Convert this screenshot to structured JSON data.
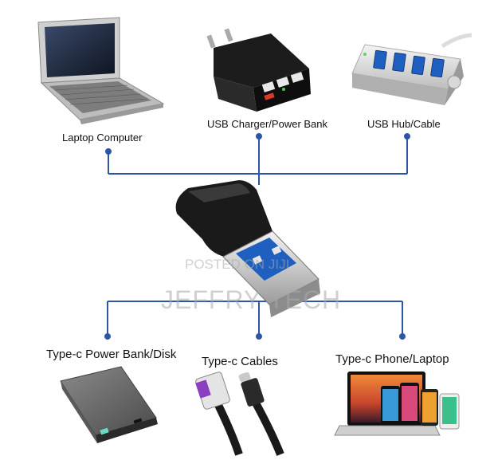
{
  "labels": {
    "laptop": "Laptop Computer",
    "charger": "USB Charger/Power Bank",
    "hub": "USB Hub/Cable",
    "powerbank": "Type-c Power Bank/Disk",
    "cables": "Type-c Cables",
    "phone_laptop": "Type-c Phone/Laptop"
  },
  "watermark": {
    "line1": "POSTED ON JIJI",
    "line2": "JEFFRY TECH"
  },
  "colors": {
    "connector_line": "#2e56a6",
    "watermark": "#aaaaaa",
    "usb_blue": "#1f5fbf"
  },
  "icons": [
    "laptop-icon",
    "usb-charger-icon",
    "usb-hub-icon",
    "usb-adapter-icon",
    "power-bank-icon",
    "type-c-cable-icon",
    "devices-icon"
  ]
}
